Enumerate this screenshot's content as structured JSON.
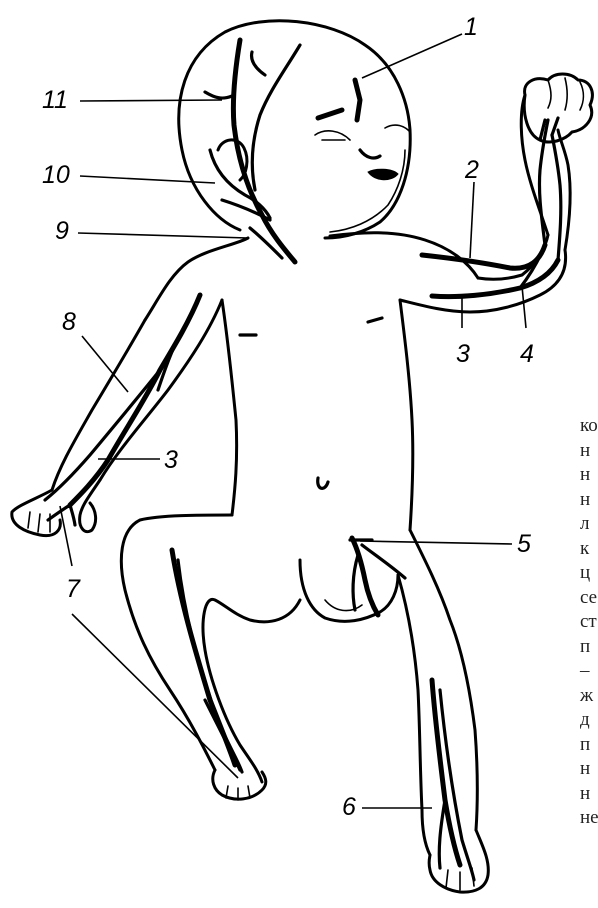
{
  "labels": {
    "l1": "1",
    "l2": "2",
    "l3a": "3",
    "l3b": "3",
    "l4": "4",
    "l5": "5",
    "l6": "6",
    "l7": "7",
    "l8": "8",
    "l9": "9",
    "l10": "10",
    "l11": "11"
  },
  "side_text": [
    "ко",
    "н",
    "н",
    "н",
    "л",
    "к",
    "ц",
    "се",
    "ст",
    "п",
    "–",
    "ж",
    "д",
    "п",
    "н",
    "н",
    "не"
  ]
}
